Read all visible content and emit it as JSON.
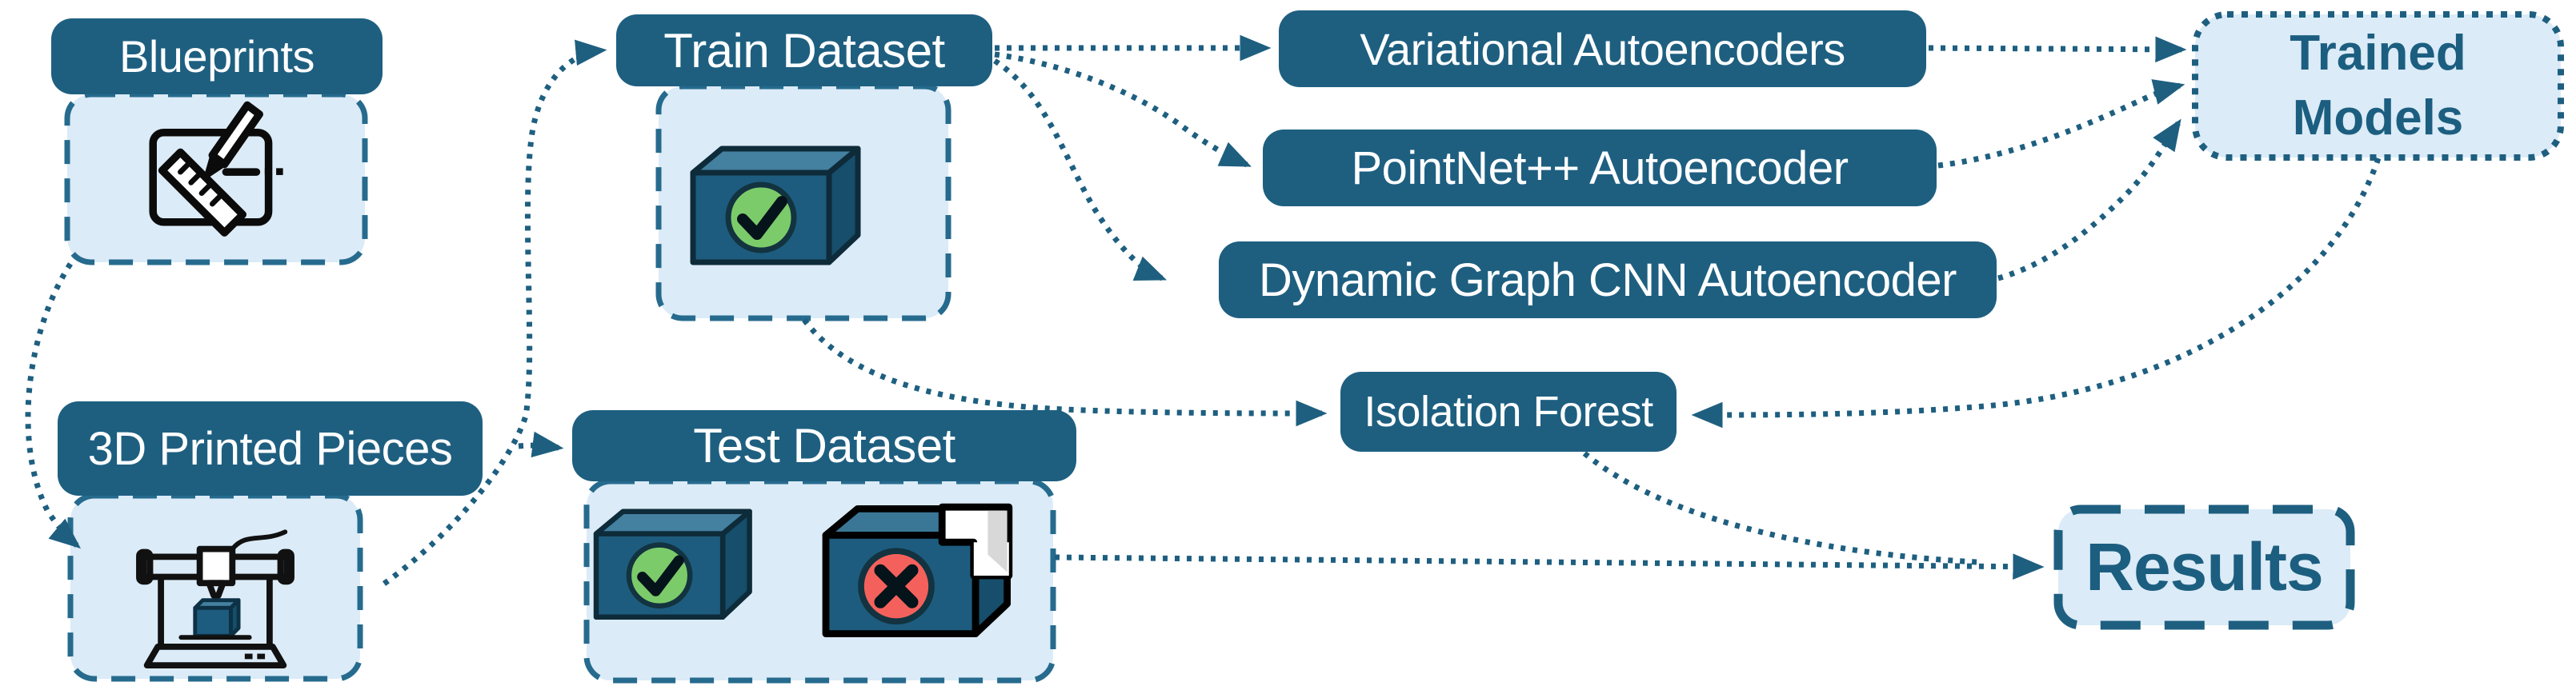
{
  "diagram": {
    "nodes": {
      "blueprints": {
        "label": "Blueprints",
        "icon": "blueprint-drawing-icon",
        "style": "header-over-dashed-body"
      },
      "printed_pieces": {
        "label": "3D Printed Pieces",
        "icon": "3d-printer-icon",
        "style": "header-over-dashed-body"
      },
      "train_dataset": {
        "label": "Train Dataset",
        "icon": "ok-part-box-icon",
        "style": "header-over-dashed-body"
      },
      "test_dataset": {
        "label": "Test Dataset",
        "icons": [
          "ok-part-box-icon",
          "defect-part-box-icon"
        ],
        "style": "header-over-dashed-body"
      },
      "vae": {
        "label": "Variational Autoencoders",
        "style": "solid-pill"
      },
      "pointnet": {
        "label": "PointNet++ Autoencoder",
        "style": "solid-pill"
      },
      "dgcnn": {
        "label": "Dynamic Graph CNN Autoencoder",
        "style": "solid-pill"
      },
      "trained_models": {
        "label": "Trained Models",
        "style": "light-dotted-box"
      },
      "isolation_forest": {
        "label": "Isolation Forest",
        "style": "solid-pill"
      },
      "results": {
        "label": "Results",
        "style": "light-dashed-box"
      }
    },
    "edges": [
      {
        "from": "blueprints",
        "to": "printed_pieces",
        "style": "dotted-arrow"
      },
      {
        "from": "printed_pieces",
        "to": "train_dataset",
        "style": "dotted-arrow"
      },
      {
        "from": "printed_pieces",
        "to": "test_dataset",
        "style": "dotted-arrow"
      },
      {
        "from": "train_dataset",
        "to": "vae",
        "style": "dotted-arrow"
      },
      {
        "from": "train_dataset",
        "to": "pointnet",
        "style": "dotted-arrow"
      },
      {
        "from": "train_dataset",
        "to": "dgcnn",
        "style": "dotted-arrow"
      },
      {
        "from": "vae",
        "to": "trained_models",
        "style": "dotted-arrow"
      },
      {
        "from": "pointnet",
        "to": "trained_models",
        "style": "dotted-arrow"
      },
      {
        "from": "dgcnn",
        "to": "trained_models",
        "style": "dotted-arrow"
      },
      {
        "from": "train_dataset",
        "to": "isolation_forest",
        "style": "dotted-arrow"
      },
      {
        "from": "trained_models",
        "to": "isolation_forest",
        "style": "dotted-arrow"
      },
      {
        "from": "isolation_forest",
        "to": "results",
        "style": "dotted-arrow"
      },
      {
        "from": "test_dataset",
        "to": "results",
        "style": "dotted-arrow"
      }
    ],
    "colors": {
      "solid_teal": "#1E5F80",
      "solid_text": "#FFFFFF",
      "light_fill": "#DBEBF7",
      "accent_text": "#1C5E80",
      "dashed_border": "#266B8E",
      "arrow": "#1E5F80",
      "check_green": "#7CCB6B",
      "cross_red": "#F4615C",
      "part_box_front": "#1D5C7E",
      "part_box_top": "#44809F",
      "part_box_side": "#164E6B"
    }
  }
}
